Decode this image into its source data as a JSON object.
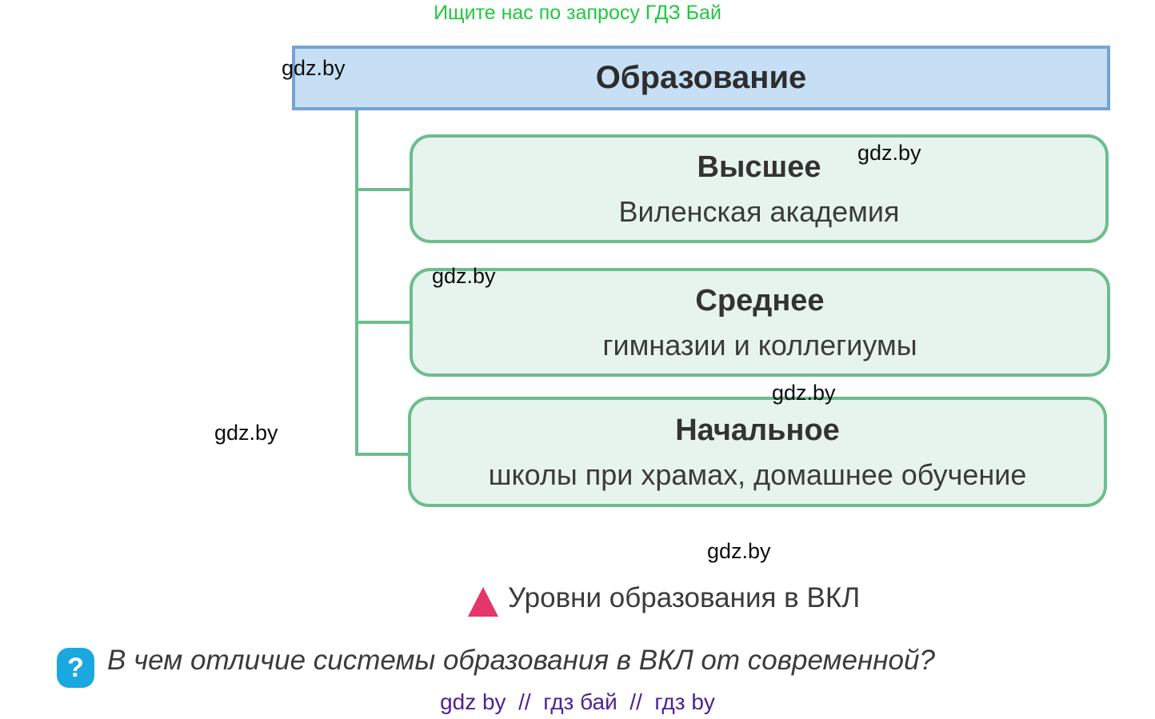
{
  "colors": {
    "banner_green": "#1fc93f",
    "root_fill": "#c6dff4",
    "root_border": "#74a3d4",
    "level_fill": "#e7f4ee",
    "level_border": "#6dbd8e",
    "connector": "#6dbd8e",
    "text_dark": "#333333",
    "watermark": "#0d0d0d",
    "triangle_pink": "#e5356b",
    "question_blue": "#1ba7e0",
    "footer_purple": "#4f2196"
  },
  "banner": {
    "text": "Ищите нас по запросу ГДЗ Бай"
  },
  "diagram": {
    "root_title": "Образование",
    "levels": [
      {
        "title": "Высшее",
        "subtitle": "Виленская академия"
      },
      {
        "title": "Среднее",
        "subtitle": "гимназии и коллегиумы"
      },
      {
        "title": "Начальное",
        "subtitle": "школы при храмах, домашнее обучение"
      }
    ]
  },
  "caption": {
    "text": "Уровни образования в ВКЛ"
  },
  "question": {
    "icon_glyph": "?",
    "text": "В чем отличие системы образования в ВКЛ от современной?"
  },
  "watermark": {
    "text": "gdz.by"
  },
  "footer": {
    "text": "gdz by  //  гдз бай  //  гдз by"
  }
}
